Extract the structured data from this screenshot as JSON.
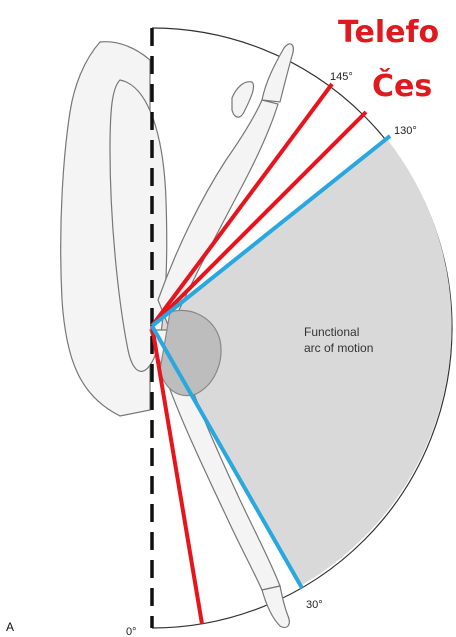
{
  "overlay": {
    "line1": "Telefo",
    "line2": "Čes"
  },
  "angles": {
    "a145": "145°",
    "a130": "130°",
    "a30": "30°",
    "a0": "0°"
  },
  "region_label": {
    "line1": "Functional",
    "line2": "arc of motion"
  },
  "panel_letter": "A",
  "colors": {
    "red": "#e8141c",
    "blue": "#29a8e0",
    "arc_fill": "#d9d9d9",
    "dash": "#111111"
  }
}
